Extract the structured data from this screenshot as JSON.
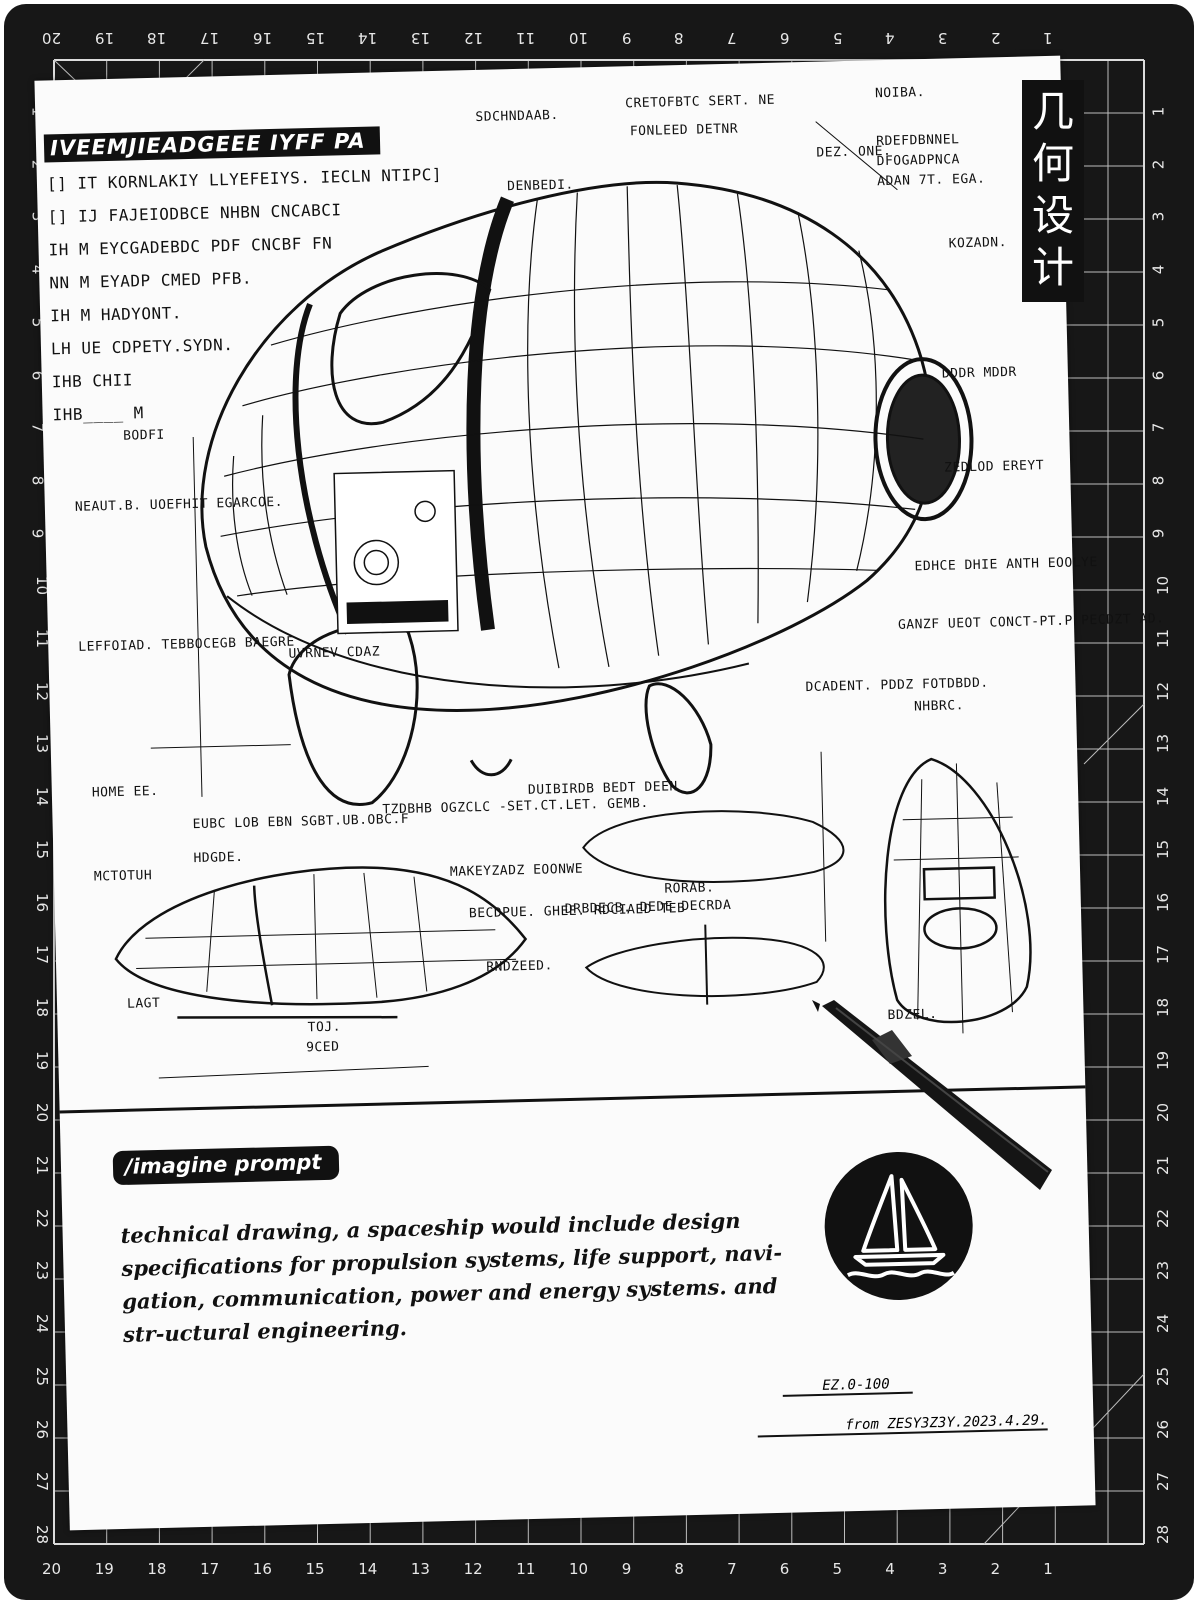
{
  "ruler": {
    "top": [
      "20",
      "19",
      "18",
      "17",
      "16",
      "15",
      "14",
      "13",
      "12",
      "11",
      "10",
      "9",
      "8",
      "7",
      "6",
      "5",
      "4",
      "3",
      "2",
      "1"
    ],
    "side": [
      "1",
      "2",
      "3",
      "4",
      "5",
      "6",
      "7",
      "8",
      "9",
      "10",
      "11",
      "12",
      "13",
      "14",
      "15",
      "16",
      "17",
      "18",
      "19",
      "20",
      "21",
      "22",
      "23",
      "24",
      "25",
      "26",
      "27",
      "28"
    ]
  },
  "title": {
    "chars": [
      "几",
      "何",
      "设",
      "计"
    ]
  },
  "sketch": {
    "headline": "IVEEMJIEADGEEE IYFF PA",
    "spec_lines": [
      "[] IT KORNLAKIY LLYEFEIYS. IECLN NTIPC]",
      "[] IJ FAJEIODBCE NHBN CNCABCI",
      "IH M EYCGADEBDC PDF CNCBF FN",
      "NN M EYADP CMED PFB.",
      "IH M HADYONT.",
      "LH UE CDPETY.SYDN.",
      "IHB CHII",
      "IHB____ M"
    ],
    "annotations": [
      {
        "text": "SDCHNDAAB.",
        "cls": "a1"
      },
      {
        "text": "CRETOFBTC SERT. NE",
        "cls": "a2"
      },
      {
        "text": "FONLEED DETNR",
        "cls": "a3"
      },
      {
        "text": "NOIBA.",
        "cls": "a4"
      },
      {
        "text": "RDEFDBNNEL",
        "cls": "a5"
      },
      {
        "text": "DFOGADPNCA",
        "cls": "a6"
      },
      {
        "text": "ADAN 7T. EGA.",
        "cls": "a7"
      },
      {
        "text": "DEZ. ONE.",
        "cls": "a8"
      },
      {
        "text": "DENBEDI.",
        "cls": "a9"
      },
      {
        "text": "KOZADN.",
        "cls": "a10"
      },
      {
        "text": "BODFI",
        "cls": "a11"
      },
      {
        "text": "DDDR MDDR",
        "cls": "a12"
      },
      {
        "text": "ZEDLOD EREYT",
        "cls": "a13"
      },
      {
        "text": "NEAUT.B. UOEFHIT EGARCOE.",
        "cls": "a14"
      },
      {
        "text": "EDHCE DHIE ANTH EOOLYE",
        "cls": "a15"
      },
      {
        "text": "LEFFOIAD. TEBBOCEGB BAEGRE",
        "cls": "a16"
      },
      {
        "text": "UVRNEV CDAZ",
        "cls": "a17"
      },
      {
        "text": "GANZF UEOT CONCT-PT.P PECDZT AD.",
        "cls": "a18"
      },
      {
        "text": "DCADENT. PDDZ FOTDBDD.",
        "cls": "a19"
      },
      {
        "text": "HOME EE.",
        "cls": "a20"
      },
      {
        "text": "EUBC LOB EBN SGBT.UB.OBC.F",
        "cls": "a21"
      },
      {
        "text": "TZDBHB OGZCLC -SET.CT.LET. GEMB.",
        "cls": "a22"
      },
      {
        "text": "DUIBIRDB BEDT DEEN",
        "cls": "a23"
      },
      {
        "text": "NHBRC.",
        "cls": "a24"
      },
      {
        "text": "MCTOTUH",
        "cls": "a25"
      },
      {
        "text": "HDGDE.",
        "cls": "a26"
      },
      {
        "text": "MAKEYZADZ EOONWE",
        "cls": "a27"
      },
      {
        "text": "BECDPUE. GHEE. RDCIAED TEB",
        "cls": "a28"
      },
      {
        "text": "DRBDECB. DEDE DECRDA",
        "cls": "a29"
      },
      {
        "text": "RORAB.",
        "cls": "a30"
      },
      {
        "text": "RNDZEED.",
        "cls": "a31"
      },
      {
        "text": "LAGT",
        "cls": "a32"
      },
      {
        "text": "TOJ.",
        "cls": "a33"
      },
      {
        "text": "9CED",
        "cls": "a34"
      },
      {
        "text": "BDZEL.",
        "cls": "a35"
      }
    ]
  },
  "prompt": {
    "tag": "/imagine prompt",
    "body": "technical drawing, a spaceship would include design specifications for propulsion systems, life support, navi-gation, communication, power and energy systems. and str-uctural engineering.",
    "sig1": "  EZ.0-100",
    "sig2": "from ZESY3Z3Y.2023.4.29."
  },
  "colors": {
    "mat": "#171717",
    "paper": "#fbfbfb",
    "ink": "#111111",
    "ruler": "#e8e8e8"
  }
}
